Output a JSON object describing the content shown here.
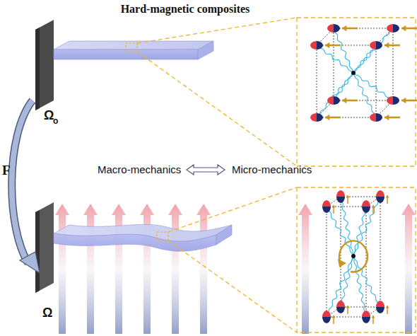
{
  "diagram": {
    "title": "Hard-magnetic composites",
    "labels": [
      "Ω",
      "o",
      "F",
      "Macro-mechanics",
      "Micro-mechanics",
      "Ω"
    ]
  }
}
